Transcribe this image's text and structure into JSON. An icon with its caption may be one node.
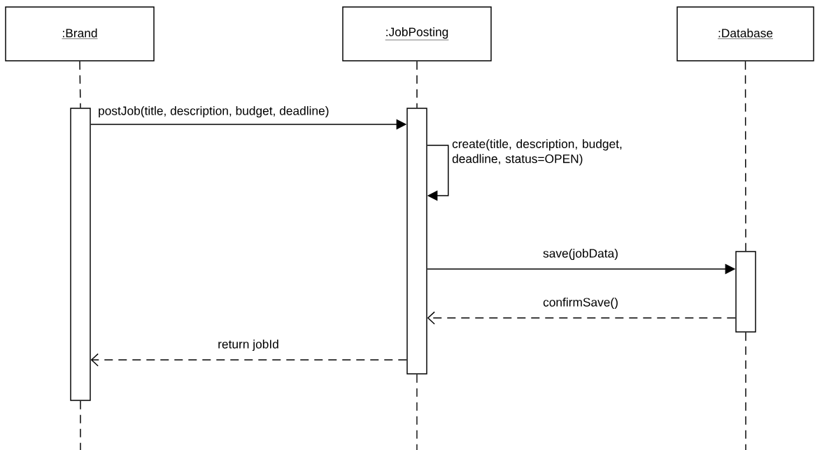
{
  "diagram": {
    "nodes": [
      {
        "text": [
          ":Brand"
        ]
      },
      {
        "text": [
          ":JobPosting"
        ]
      },
      {
        "text": [
          ":Database"
        ]
      },
      {
        "text": [],
        "shape": "bar"
      },
      {
        "text": [],
        "shape": "bar"
      },
      {
        "text": [],
        "shape": "bar"
      }
    ],
    "edges": [
      {
        "from": 3,
        "to": 4,
        "arrow": "to",
        "label": "postJob(title, description, budget, deadline)"
      },
      {
        "from": 4,
        "to": 4,
        "arrow": "to",
        "label": "create(title, description, budget, deadline, status=OPEN)"
      },
      {
        "from": 4,
        "to": 5,
        "arrow": "to",
        "label": "save(jobData)"
      },
      {
        "from": 5,
        "to": 4,
        "arrow": "to",
        "style": "dashed",
        "label": "confirmSave()"
      },
      {
        "from": 4,
        "to": 3,
        "arrow": "to",
        "style": "dashed",
        "label": "return jobId"
      },
      {
        "from": 0,
        "to": 3,
        "arrow": "none",
        "style": "dashed"
      },
      {
        "from": 1,
        "to": 4,
        "arrow": "none",
        "style": "dashed"
      },
      {
        "from": 2,
        "to": 5,
        "arrow": "none",
        "style": "dashed"
      },
      {
        "from": 3,
        "to": null,
        "arrow": "none",
        "style": "dashed"
      },
      {
        "from": 4,
        "to": null,
        "arrow": "none",
        "style": "dashed"
      },
      {
        "from": 5,
        "to": null,
        "arrow": "none",
        "style": "dashed"
      }
    ]
  }
}
